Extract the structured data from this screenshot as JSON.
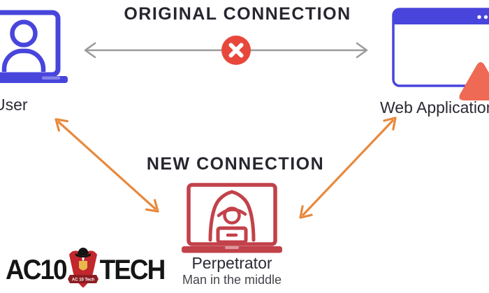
{
  "headings": {
    "original_connection": "ORIGINAL CONNECTION",
    "new_connection": "NEW CONNECTION"
  },
  "nodes": {
    "user": {
      "label": "User"
    },
    "web_application": {
      "label": "Web Application"
    },
    "perpetrator": {
      "label": "Perpetrator",
      "sublabel": "Man in the middle"
    }
  },
  "icons": {
    "user": "user-laptop-icon",
    "web_application": "browser-window-icon",
    "warning": "warning-triangle-icon",
    "perpetrator": "hacker-laptop-icon",
    "blocked": "blocked-x-icon"
  },
  "logo": {
    "prefix": "AC10",
    "suffix": "TECH",
    "shield_banner_text": "AC 10 Tech"
  },
  "colors": {
    "blue": "#4845DC",
    "red_icon": "#C2424A",
    "orange": "#E8893C",
    "gray_arrow": "#9A9A9A",
    "error_red": "#E8473B",
    "salmon": "#EE6A54",
    "heading_text": "#26262E",
    "label_text": "#2A2A33",
    "sublabel_text": "#44444C",
    "logo_black": "#151515",
    "logo_red": "#C1272D",
    "logo_banner": "#8C1D22",
    "logo_gold": "#E8B84B"
  }
}
